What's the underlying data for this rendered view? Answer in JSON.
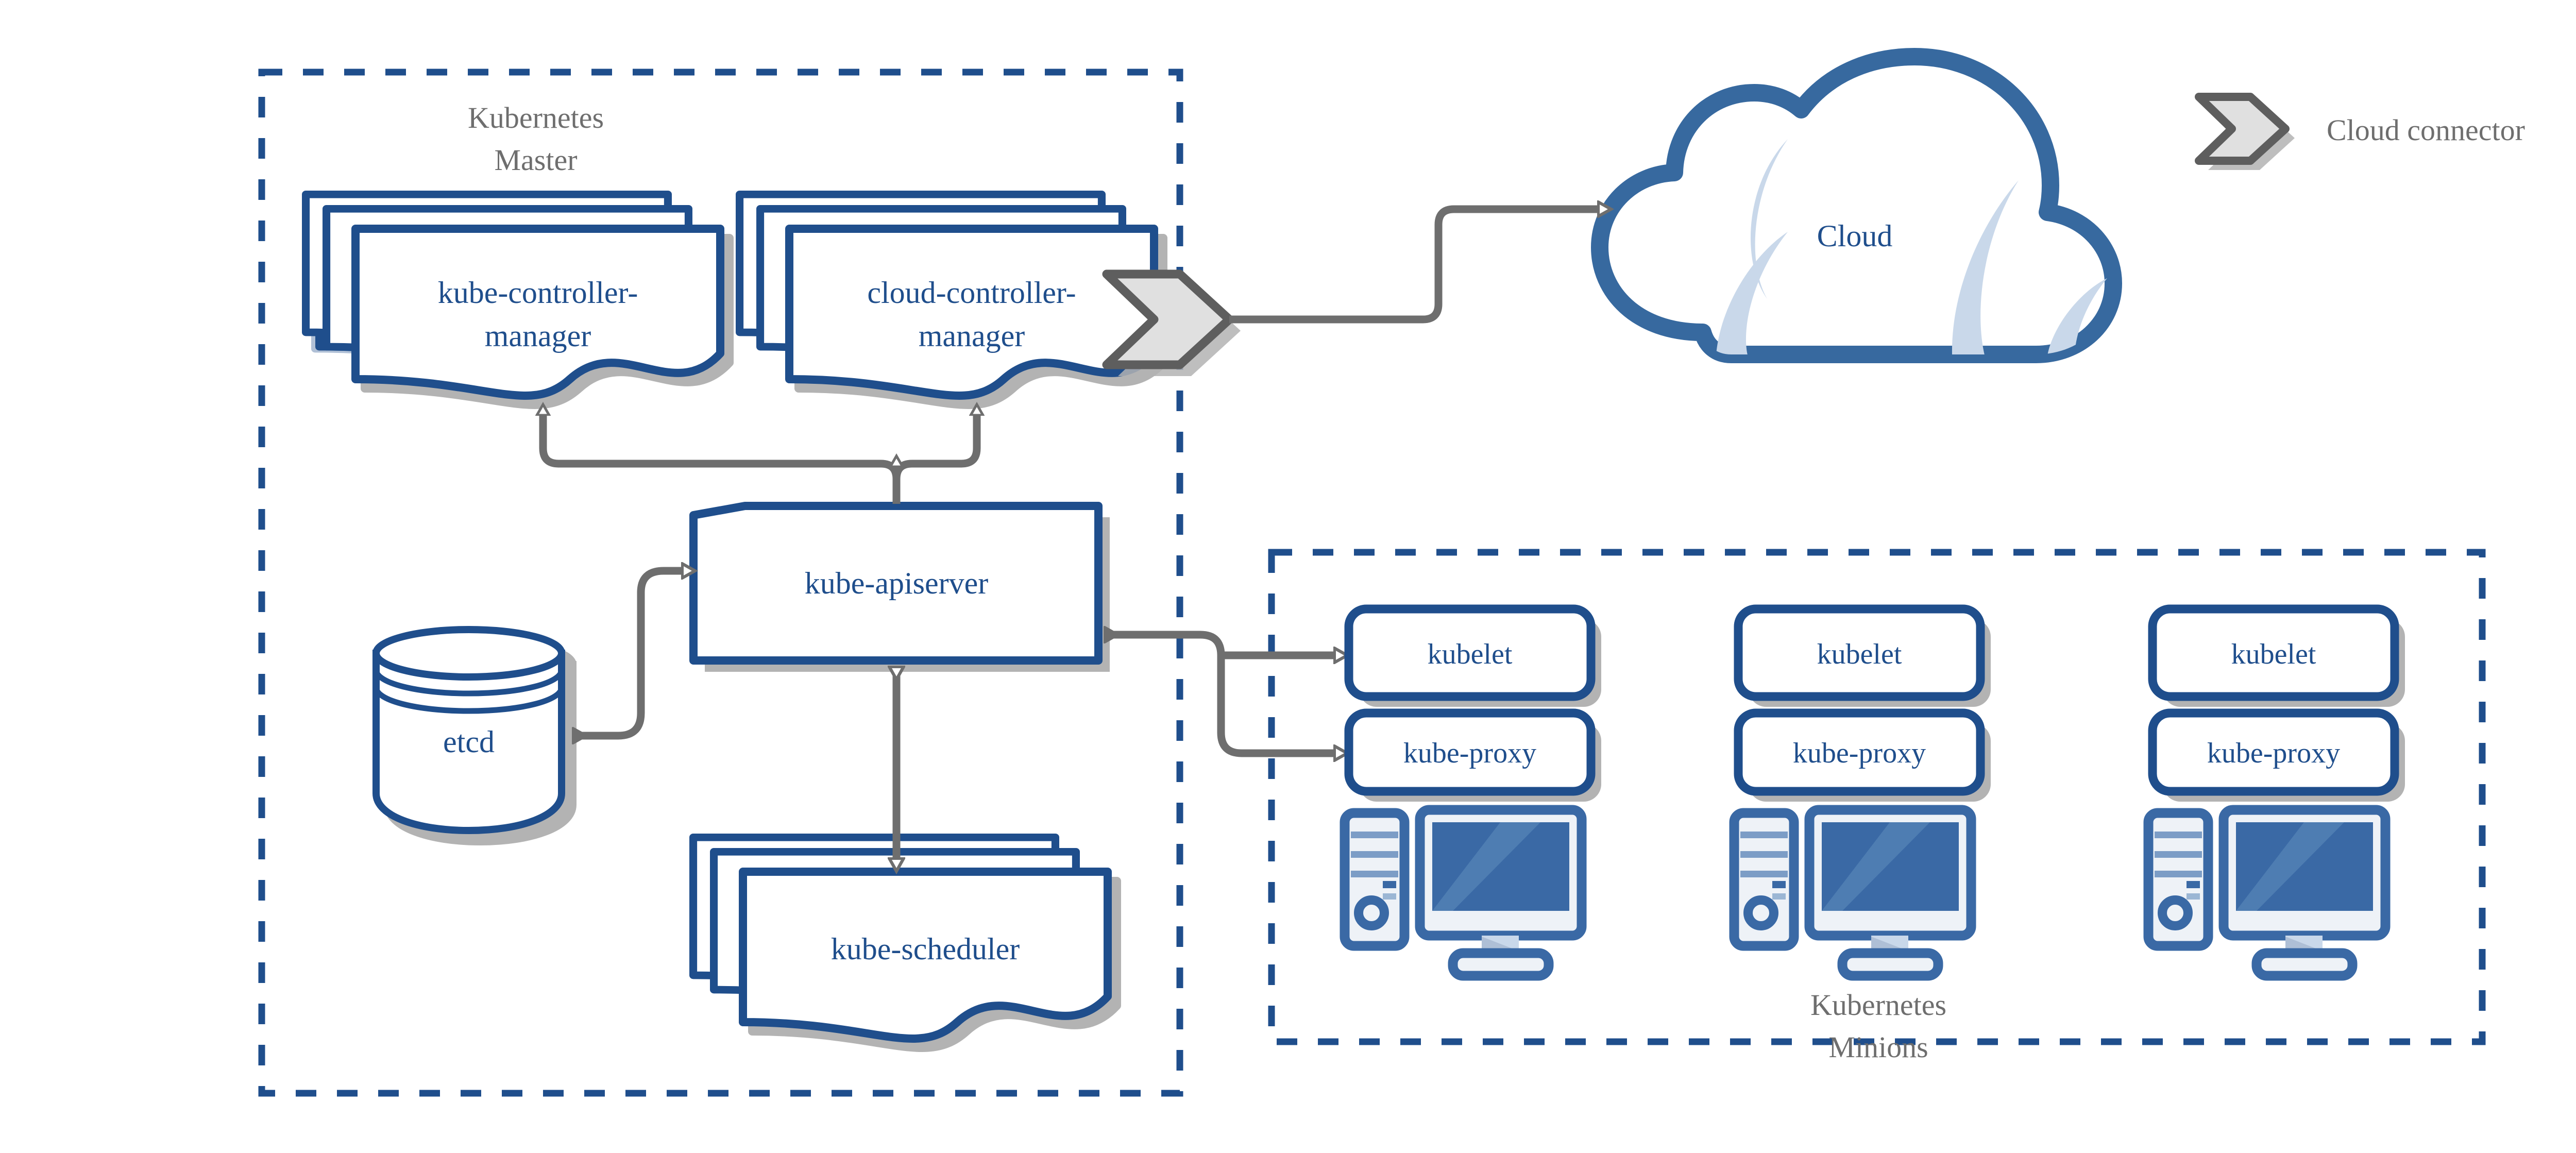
{
  "diagram": {
    "title": "Kubernetes architecture overview",
    "colors": {
      "node_stroke": "#1f4e8c",
      "node_text": "#1f4e8c",
      "group_border": "#1f4e8c",
      "group_label_text": "#6e6e6e",
      "arrow": "#6e6e6e",
      "shadow": "#b3b3b3",
      "cloud_stroke": "#37699f",
      "cloud_accent": "#c9d8ea",
      "connector_fill": "#e0e0e0",
      "connector_stroke": "#5e5e5e",
      "pc_blue": "#3a69a5",
      "pc_screen": "#3a69a5",
      "pc_light": "#eef2f7",
      "background": "#ffffff"
    },
    "groups": [
      {
        "id": "master",
        "label_line1": "Kubernetes",
        "label_line2": "Master",
        "border_style": "dashed"
      },
      {
        "id": "minions",
        "label_line1": "Kubernetes",
        "label_line2": "Minions",
        "border_style": "dashed"
      }
    ],
    "master_nodes": [
      {
        "id": "kube-controller-manager",
        "shape": "multi-document",
        "label_line1": "kube-controller-",
        "label_line2": "manager"
      },
      {
        "id": "cloud-controller-manager",
        "shape": "multi-document",
        "label_line1": "cloud-controller-",
        "label_line2": "manager"
      },
      {
        "id": "kube-apiserver",
        "shape": "cut-corner-box",
        "label_line1": "kube-apiserver",
        "label_line2": ""
      },
      {
        "id": "etcd",
        "shape": "cylinder",
        "label_line1": "etcd",
        "label_line2": ""
      },
      {
        "id": "kube-scheduler",
        "shape": "multi-document",
        "label_line1": "kube-scheduler",
        "label_line2": ""
      }
    ],
    "cloud": {
      "id": "cloud",
      "shape": "cloud",
      "label": "Cloud"
    },
    "minion_nodes": [
      {
        "id": "minion-1",
        "kubelet_label": "kubelet",
        "proxy_label": "kube-proxy",
        "icon": "computer-icon"
      },
      {
        "id": "minion-2",
        "kubelet_label": "kubelet",
        "proxy_label": "kube-proxy",
        "icon": "computer-icon"
      },
      {
        "id": "minion-3",
        "kubelet_label": "kubelet",
        "proxy_label": "kube-proxy",
        "icon": "computer-icon"
      }
    ],
    "legend": {
      "items": [
        {
          "id": "cloud-connector",
          "icon": "chevron-connector-icon",
          "label": "Cloud connector"
        }
      ]
    },
    "connectors": [
      {
        "from": "kube-apiserver",
        "to": "kube-controller-manager",
        "direction": "up"
      },
      {
        "from": "kube-apiserver",
        "to": "cloud-controller-manager",
        "direction": "up"
      },
      {
        "from": "etcd",
        "to": "kube-apiserver",
        "direction": "both"
      },
      {
        "from": "kube-apiserver",
        "to": "kube-scheduler",
        "direction": "both"
      },
      {
        "from": "cloud-controller-manager",
        "to": "cloud",
        "direction": "right"
      },
      {
        "from": "kube-apiserver",
        "to": "kubelet",
        "direction": "both"
      },
      {
        "from": "kube-apiserver",
        "to": "kube-proxy",
        "direction": "both"
      }
    ]
  }
}
